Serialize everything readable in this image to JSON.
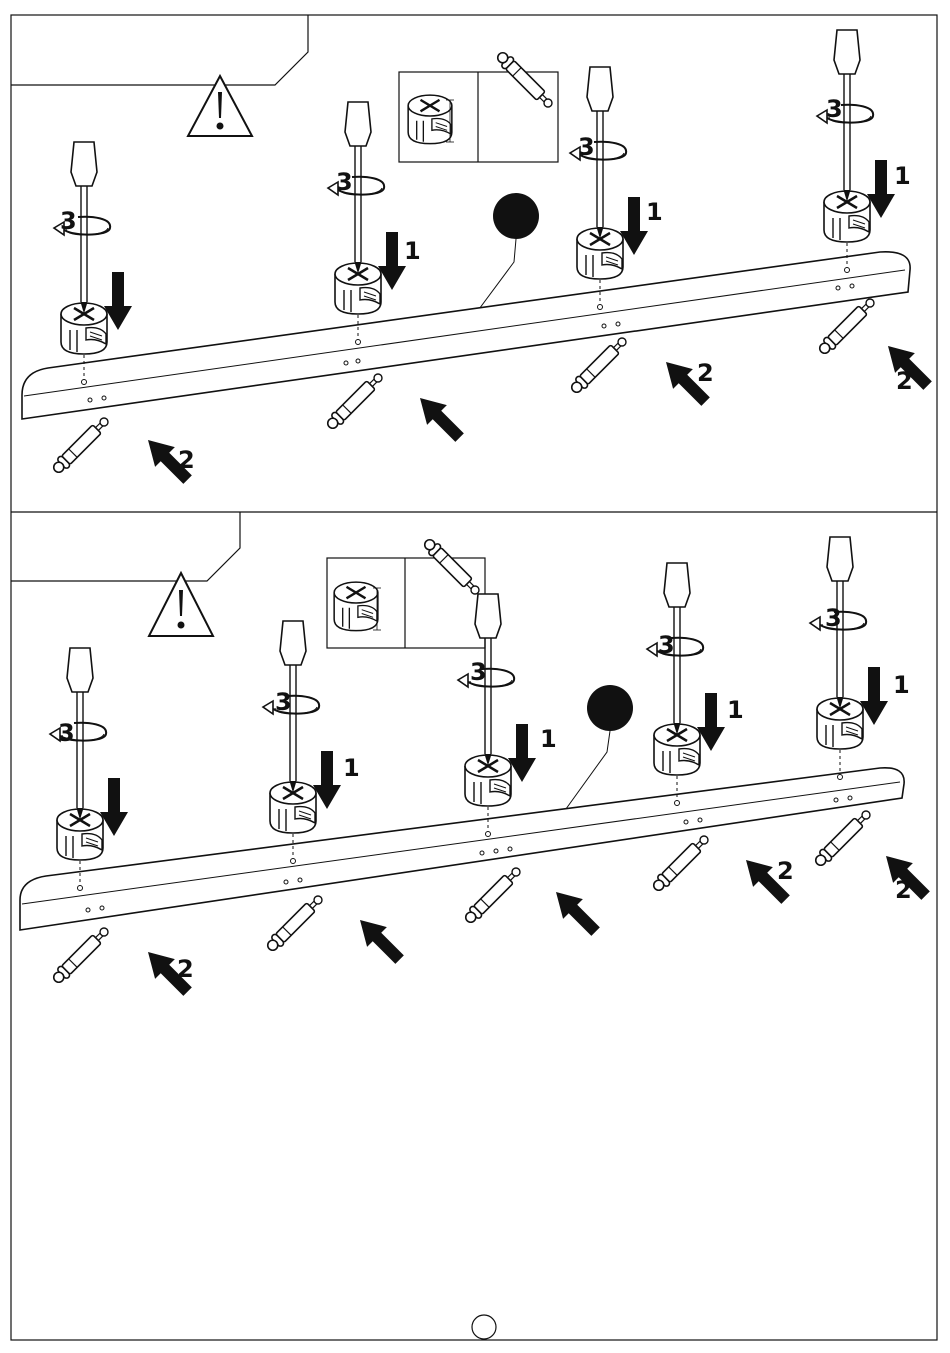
{
  "page": {
    "title": "Assembly instruction sheet - cam lock fitting"
  },
  "steps": {
    "press_cam": "1",
    "insert_dowel": "2",
    "turn_screwdriver": "3"
  },
  "icons": {
    "warning": "warning-triangle-icon",
    "cam_lock": "cam-lock-icon",
    "cam_bolt": "cam-bolt-icon",
    "screwdriver": "screwdriver-icon",
    "part_marker": "part-marker-icon"
  },
  "panels": [
    {
      "name": "top",
      "stations": 4
    },
    {
      "name": "bottom",
      "stations": 5
    }
  ],
  "colors": {
    "ink": "#111111",
    "background": "#ffffff"
  }
}
